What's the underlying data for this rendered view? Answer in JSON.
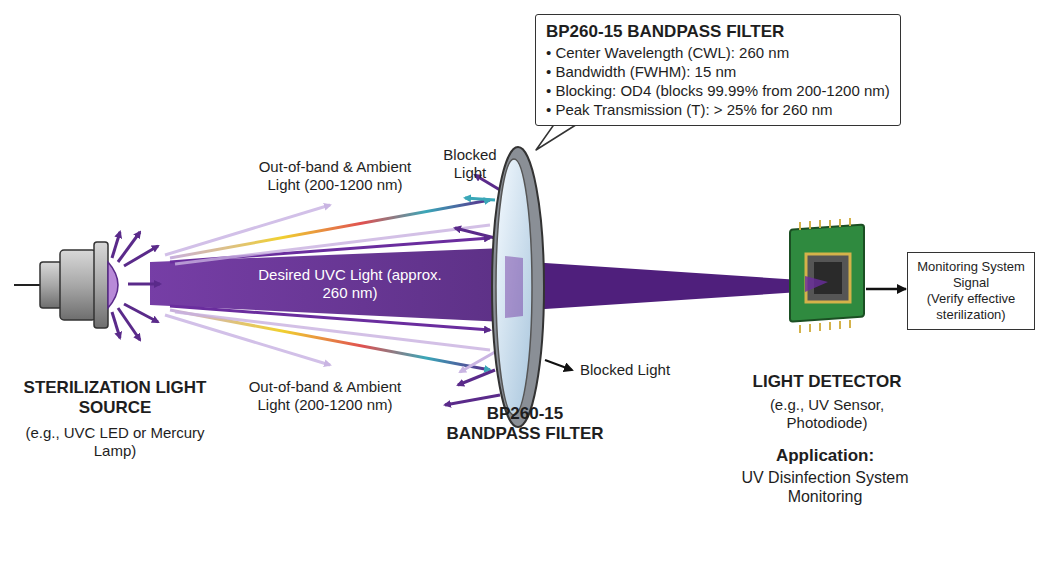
{
  "diagram": {
    "nodes": [
      {
        "text": [
          "BP260-15 BANDPASS FILTER",
          "• Center Wavelength (CWL): 260 nm",
          "• Bandwidth (FWHM): 15 nm",
          "• Blocking: OD4 (blocks 99.99% from 200-1200 nm)",
          "• Peak Transmission (T): > 25% for 260 nm"
        ]
      },
      {
        "text": [
          "LIGHT DETECTOR",
          "(e.g., UV Sensor, Photodiode)"
        ]
      },
      {
        "text": [
          "Monitoring System Signal",
          "(Verify effective sterilization)"
        ]
      }
    ],
    "edges": [
      {
        "from": 1,
        "to": 2,
        "arrow": "to"
      }
    ],
    "labels": [
      "Out-of-band & Ambient Light (200-1200 nm)",
      "Blocked Light",
      "Desired UVC Light (approx. 260 nm)",
      "Out-of-band & Ambient Light (200-1200 nm)",
      "Blocked Light",
      "STERILIZATION LIGHT SOURCE",
      "(e.g., UVC LED or Mercury Lamp)",
      "BP260-15 BANDPASS FILTER",
      "Application:",
      "UV Disinfection System Monitoring"
    ]
  }
}
